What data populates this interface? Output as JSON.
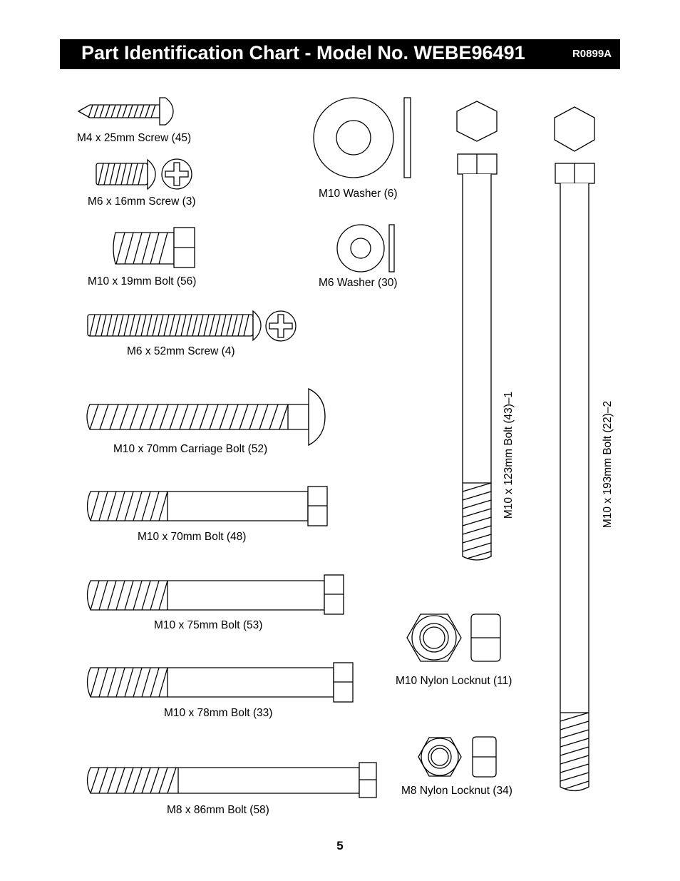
{
  "header": {
    "title": "Part Identification Chart - Model No. WEBE96491",
    "code": "R0899A"
  },
  "parts": [
    {
      "id": "m4-25-screw",
      "label": "M4 x 25mm Screw (45)"
    },
    {
      "id": "m6-16-screw",
      "label": "M6 x 16mm Screw (3)"
    },
    {
      "id": "m10-19-bolt",
      "label": "M10 x 19mm Bolt (56)"
    },
    {
      "id": "m6-52-screw",
      "label": "M6 x 52mm Screw (4)"
    },
    {
      "id": "m10-70-carriage",
      "label": "M10 x 70mm Carriage Bolt (52)"
    },
    {
      "id": "m10-70-bolt",
      "label": "M10 x 70mm Bolt (48)"
    },
    {
      "id": "m10-75-bolt",
      "label": "M10 x 75mm Bolt (53)"
    },
    {
      "id": "m10-78-bolt",
      "label": "M10 x 78mm Bolt (33)"
    },
    {
      "id": "m8-86-bolt",
      "label": "M8 x 86mm Bolt (58)"
    },
    {
      "id": "m10-washer",
      "label": "M10 Washer (6)"
    },
    {
      "id": "m6-washer",
      "label": "M6 Washer (30)"
    },
    {
      "id": "m10-locknut",
      "label": "M10 Nylon Locknut (11)"
    },
    {
      "id": "m8-locknut",
      "label": "M8 Nylon Locknut (34)"
    },
    {
      "id": "m10-123-bolt",
      "label": "M10 x 123mm Bolt (43)–1"
    },
    {
      "id": "m10-193-bolt",
      "label": "M10 x 193mm Bolt (22)–2"
    }
  ],
  "page_number": "5"
}
